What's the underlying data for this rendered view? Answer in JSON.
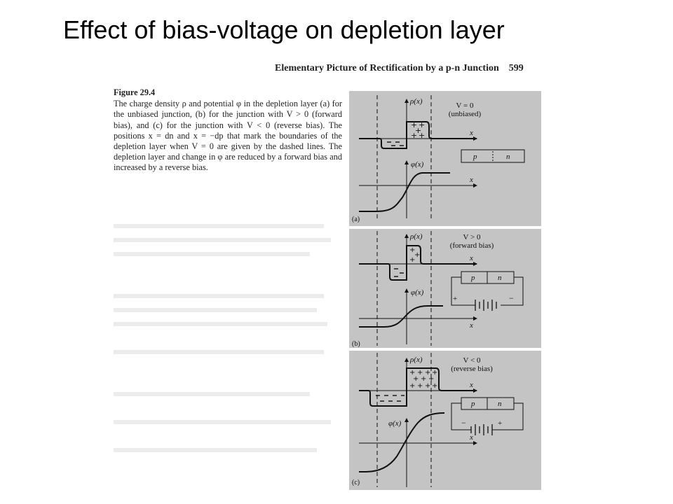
{
  "slide": {
    "title": "Effect of bias-voltage on depletion layer"
  },
  "book_page": {
    "header": "Elementary Picture of Rectification by a p-n Junction",
    "page_number": "599"
  },
  "caption": {
    "figure_label": "Figure 29.4",
    "text": "The charge density ρ and potential φ in the depletion layer (a) for the unbiased junction, (b) for the junction with V > 0 (forward bias), and (c) for the junction with V < 0 (reverse bias). The positions x = dn and x = −dp that mark the boundaries of the depletion layer when V = 0 are given by the dashed lines. The depletion layer and change in φ are reduced by a forward bias and increased by a reverse bias."
  },
  "figure": {
    "panels": [
      {
        "label": "(a)",
        "condition": "V = 0",
        "bias": "(unbiased)",
        "rho_axis": "ρ(x)",
        "phi_axis": "φ(x)",
        "x_axis": "x",
        "p_label": "p",
        "n_label": "n"
      },
      {
        "label": "(b)",
        "condition": "V > 0",
        "bias": "(forward bias)",
        "rho_axis": "ρ(x)",
        "phi_axis": "φ(x)",
        "x_axis": "x",
        "p_label": "p",
        "n_label": "n",
        "plus": "+",
        "minus": "−"
      },
      {
        "label": "(c)",
        "condition": "V < 0",
        "bias": "(reverse bias)",
        "rho_axis": "ρ(x)",
        "phi_axis": "φ(x)",
        "x_axis": "x",
        "p_label": "p",
        "n_label": "n",
        "plus": "+",
        "minus": "−"
      }
    ]
  },
  "colors": {
    "panel_bg": "#c4c4c4",
    "ink": "#111111"
  }
}
